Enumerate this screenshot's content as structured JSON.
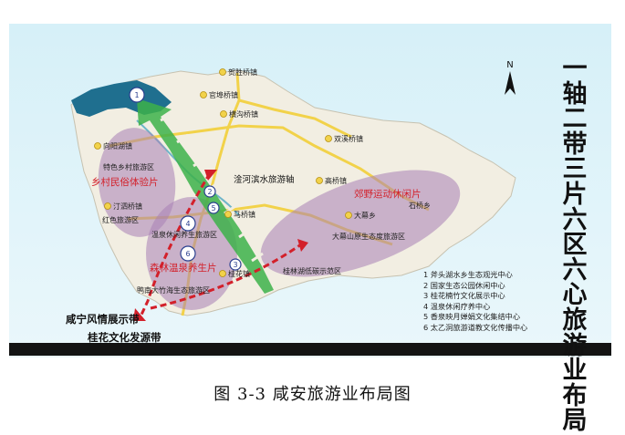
{
  "title_vertical": [
    "一",
    "轴",
    "二",
    "带",
    "三",
    "片",
    "六",
    "区",
    "六",
    "心",
    "旅",
    "游",
    "业",
    "布",
    "局"
  ],
  "caption": "图 3-3     咸安旅游业布局图",
  "axis_label": "淦河滨水旅游轴",
  "towns": [
    "贺胜桥镇",
    "官埠桥镇",
    "横沟桥镇",
    "向阳湖镇",
    "双溪桥镇",
    "汀泗桥镇",
    "高桥镇",
    "大幕乡",
    "桂花镇",
    "马桥镇"
  ],
  "zones": [
    "特色乡村旅游区",
    "红色旅游区",
    "温泉休闲养生旅游区",
    "桂林湖低碳示范区",
    "大幕山原生态度旅游区",
    "鸭南大竹海生态旅游区"
  ],
  "pieces": [
    "乡村民俗体验片",
    "森林温泉养生片",
    "郊野运动休闲片"
  ],
  "extra_labels": [
    "石桥乡",
    "桂花镇"
  ],
  "circle_numbers": [
    "1",
    "2",
    "3",
    "4",
    "5",
    "6"
  ],
  "legend": [
    "1  斧头湖水乡生态观光中心",
    "2  国家生态公园休闲中心",
    "3  桂花楠竹文化展示中心",
    "4  温泉休闲疗养中心",
    "5  香泉映月婵娟文化集结中心",
    "6  太乙洞旅游道教文化传播中心"
  ],
  "bands": [
    "咸宁风情展示带",
    "桂花文化发源带"
  ],
  "colors": {
    "land": "#f2eee2",
    "road": "#f2d24a",
    "water": "#1f6f8f",
    "zone": "#a87fb4",
    "arrow_green": "#3db24a",
    "arrow_red": "#d3202a",
    "band": "#131313"
  }
}
